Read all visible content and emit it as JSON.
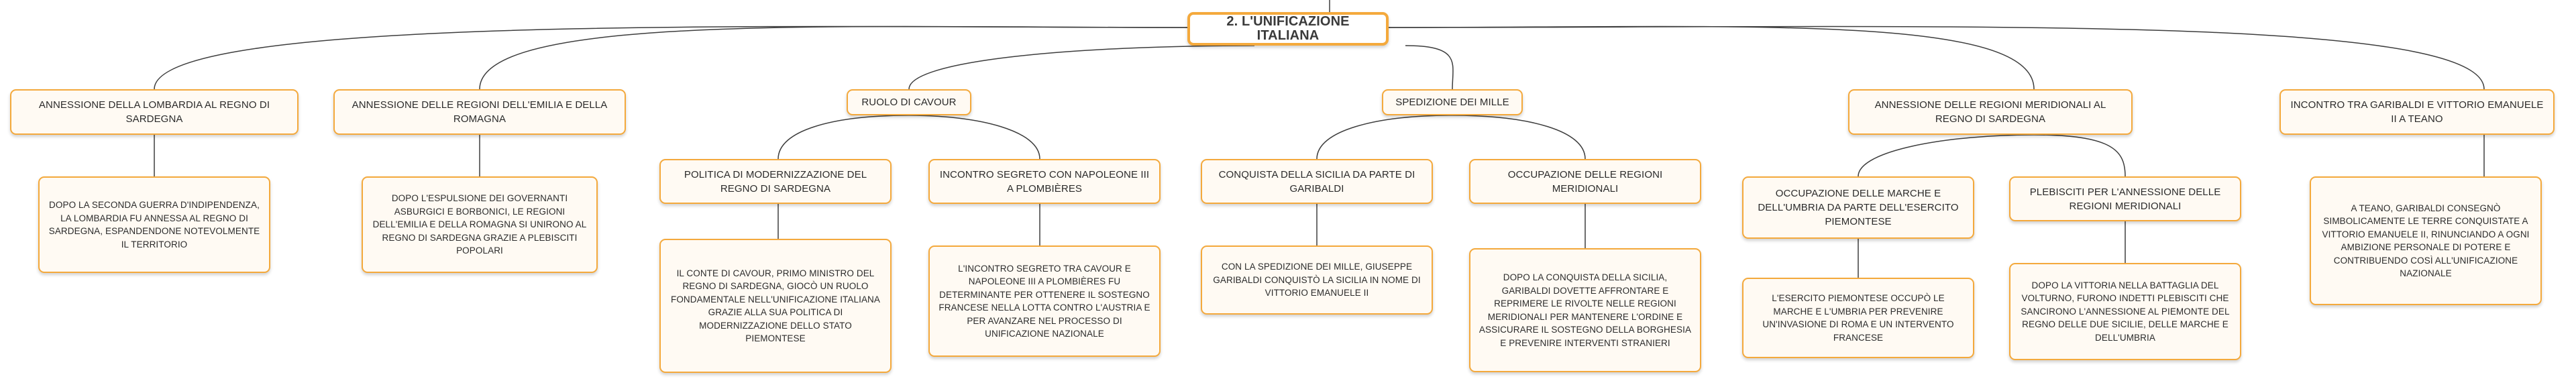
{
  "root": {
    "label": "2. L'UNIFICAZIONE ITALIANA"
  },
  "branches": [
    {
      "label": "ANNESSIONE DELLA LOMBARDIA AL REGNO DI SARDEGNA",
      "detail": "DOPO LA SECONDA GUERRA D'INDIPENDENZA, LA LOMBARDIA FU ANNESSA AL REGNO DI SARDEGNA, ESPANDENDONE NOTEVOLMENTE IL TERRITORIO"
    },
    {
      "label": "ANNESSIONE DELLE REGIONI DELL'EMILIA E DELLA ROMAGNA",
      "detail": "DOPO L'ESPULSIONE DEI GOVERNANTI ASBURGICI E BORBONICI, LE REGIONI DELL'EMILIA E DELLA ROMAGNA SI UNIRONO AL REGNO DI SARDEGNA GRAZIE A PLEBISCITI POPOLARI"
    },
    {
      "label": "RUOLO DI CAVOUR",
      "children": [
        {
          "label": "POLITICA DI MODERNIZZAZIONE DEL REGNO DI SARDEGNA",
          "detail": "IL CONTE DI CAVOUR, PRIMO MINISTRO DEL REGNO DI SARDEGNA, GIOCÒ UN RUOLO FONDAMENTALE NELL'UNIFICAZIONE ITALIANA GRAZIE ALLA SUA POLITICA DI MODERNIZZAZIONE DELLO STATO PIEMONTESE"
        },
        {
          "label": "INCONTRO SEGRETO CON NAPOLEONE III A PLOMBIÈRES",
          "detail": "L'INCONTRO SEGRETO TRA CAVOUR E NAPOLEONE III A PLOMBIÈRES FU DETERMINANTE PER OTTENERE IL SOSTEGNO FRANCESE NELLA LOTTA CONTRO L'AUSTRIA E PER AVANZARE NEL PROCESSO DI UNIFICAZIONE NAZIONALE"
        }
      ]
    },
    {
      "label": "SPEDIZIONE DEI MILLE",
      "children": [
        {
          "label": "CONQUISTA DELLA SICILIA DA PARTE DI GARIBALDI",
          "detail": "CON LA SPEDIZIONE DEI MILLE, GIUSEPPE GARIBALDI CONQUISTÒ LA SICILIA IN NOME DI VITTORIO EMANUELE II"
        },
        {
          "label": "OCCUPAZIONE DELLE REGIONI MERIDIONALI",
          "detail": "DOPO LA CONQUISTA DELLA SICILIA, GARIBALDI DOVETTE AFFRONTARE E REPRIMERE LE RIVOLTE NELLE REGIONI MERIDIONALI PER MANTENERE L'ORDINE E ASSICURARE IL SOSTEGNO DELLA BORGHESIA E PREVENIRE INTERVENTI STRANIERI"
        }
      ]
    },
    {
      "label": "ANNESSIONE DELLE REGIONI MERIDIONALI AL REGNO DI SARDEGNA",
      "children": [
        {
          "label": "OCCUPAZIONE DELLE MARCHE E DELL'UMBRIA DA PARTE DELL'ESERCITO PIEMONTESE",
          "detail": "L'ESERCITO PIEMONTESE OCCUPÒ LE MARCHE E L'UMBRIA PER PREVENIRE UN'INVASIONE DI ROMA E UN INTERVENTO FRANCESE"
        },
        {
          "label": "PLEBISCITI PER L'ANNESSIONE DELLE REGIONI MERIDIONALI",
          "detail": "DOPO LA VITTORIA NELLA BATTAGLIA DEL VOLTURNO, FURONO INDETTI PLEBISCITI CHE SANCIRONO L'ANNESSIONE AL PIEMONTE DEL REGNO DELLE DUE SICILIE, DELLE MARCHE E DELL'UMBRIA"
        }
      ]
    },
    {
      "label": "INCONTRO TRA GARIBALDI E VITTORIO EMANUELE II A TEANO",
      "detail": "A TEANO, GARIBALDI CONSEGNÒ SIMBOLICAMENTE LE TERRE CONQUISTATE A VITTORIO EMANUELE II, RINUNCIANDO A OGNI AMBIZIONE PERSONALE DI POTERE E CONTRIBUENDO COSÌ ALL'UNIFICAZIONE NAZIONALE"
    }
  ]
}
